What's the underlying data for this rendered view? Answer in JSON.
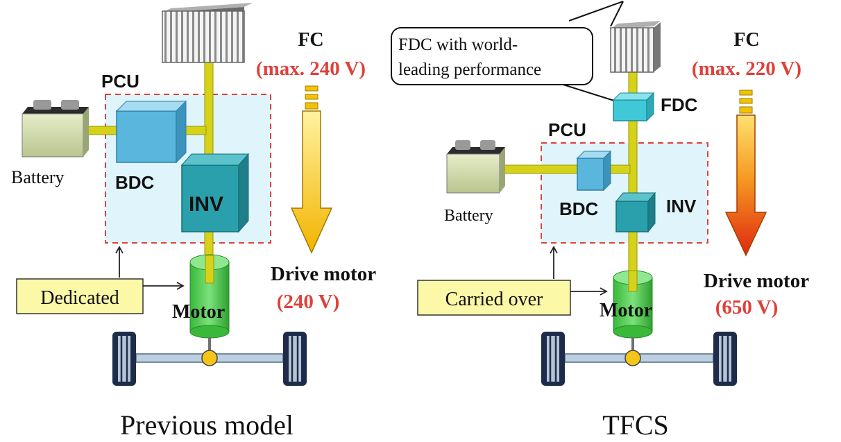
{
  "colors": {
    "wire": "#d6d21a",
    "pcu_fill": "#dff4fb",
    "pcu_border": "#e0403a",
    "red_text": "#e0403a",
    "box_fill": "#fbf8a8",
    "motor": "#5fd25f",
    "inv": "#2aa0ac",
    "bdc": "#5ab6dc",
    "fdc": "#40c8d8"
  },
  "previous": {
    "fc_label": "FC",
    "fc_voltage": "(max. 240 V)",
    "pcu_label": "PCU",
    "battery_label": "Battery",
    "bdc_label": "BDC",
    "inv_label": "INV",
    "motor_label": "Motor",
    "drive_motor_label": "Drive motor",
    "drive_motor_voltage": "(240 V)",
    "note": "Dedicated",
    "caption": "Previous model"
  },
  "tfcs": {
    "fc_label": "FC",
    "fc_voltage": "(max. 220 V)",
    "callout_line1": "FDC with world-",
    "callout_line2": "leading performance",
    "fdc_label": "FDC",
    "pcu_label": "PCU",
    "battery_label": "Battery",
    "bdc_label": "BDC",
    "inv_label": "INV",
    "motor_label": "Motor",
    "drive_motor_label": "Drive motor",
    "drive_motor_voltage": "(650 V)",
    "note": "Carried over",
    "caption": "TFCS"
  }
}
